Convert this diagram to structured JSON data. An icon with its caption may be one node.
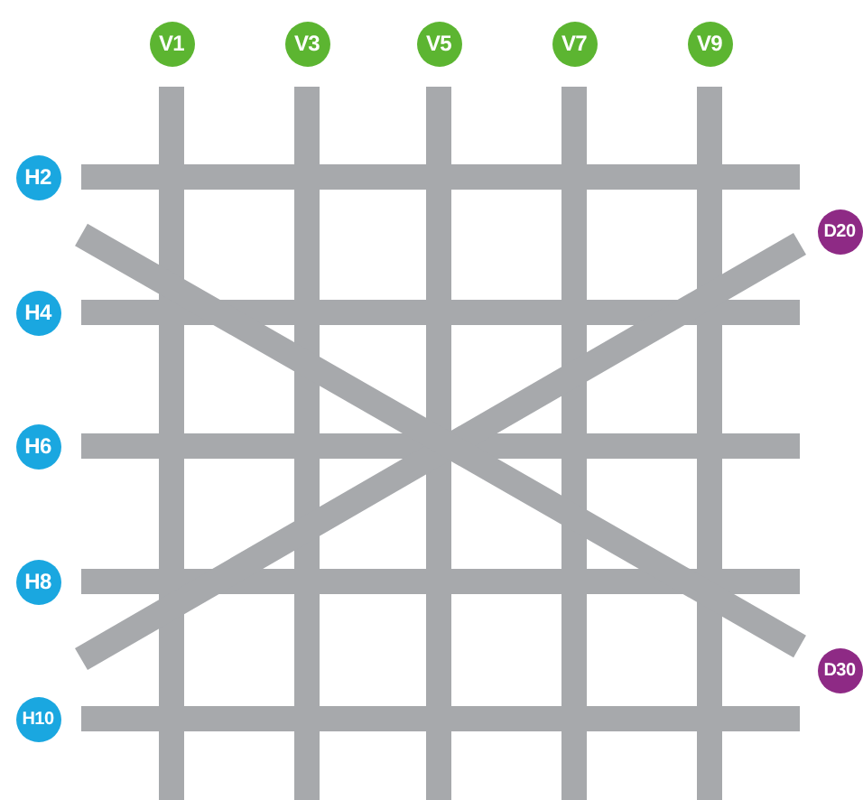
{
  "diagram": {
    "nodes": [
      {
        "text": [
          "V1"
        ]
      },
      {
        "text": [
          "V3"
        ]
      },
      {
        "text": [
          "V5"
        ]
      },
      {
        "text": [
          "V7"
        ]
      },
      {
        "text": [
          "V9"
        ]
      },
      {
        "text": [
          "H2"
        ]
      },
      {
        "text": [
          "D20"
        ]
      },
      {
        "text": [
          "H4"
        ]
      },
      {
        "text": [
          "H6"
        ]
      },
      {
        "text": [
          "H8"
        ]
      },
      {
        "text": [
          "D30"
        ]
      },
      {
        "text": [
          "H10"
        ]
      }
    ],
    "edges": [
      {
        "from": 0,
        "to": null,
        "arrow": "none"
      },
      {
        "from": 1,
        "to": null,
        "arrow": "none"
      },
      {
        "from": 2,
        "to": null,
        "arrow": "none"
      },
      {
        "from": 3,
        "to": null,
        "arrow": "none"
      },
      {
        "from": 4,
        "to": null,
        "arrow": "none"
      },
      {
        "from": 5,
        "to": null,
        "arrow": "none"
      },
      {
        "from": 7,
        "to": null,
        "arrow": "none"
      },
      {
        "from": 8,
        "to": null,
        "arrow": "none"
      },
      {
        "from": 9,
        "to": null,
        "arrow": "none"
      },
      {
        "from": 11,
        "to": null,
        "arrow": "none"
      },
      {
        "from": 6,
        "to": null,
        "arrow": "none"
      },
      {
        "from": 10,
        "to": null,
        "arrow": "none"
      }
    ]
  }
}
